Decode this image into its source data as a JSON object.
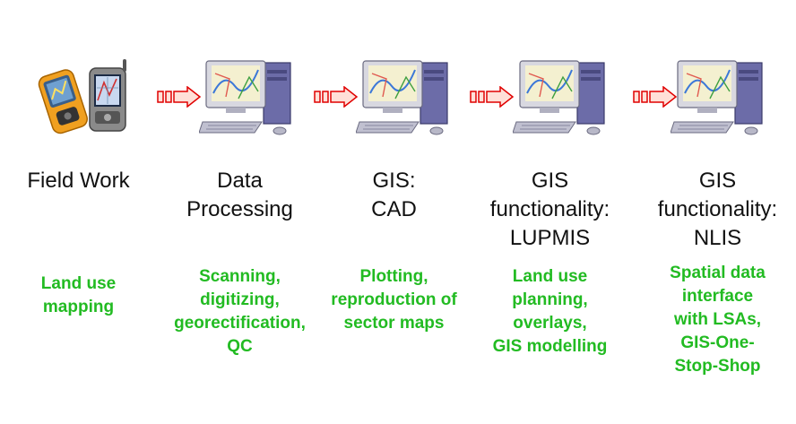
{
  "colors": {
    "title_text": "#111111",
    "description_text": "#22bb22",
    "arrow_fill": "#ffe0d8",
    "arrow_stroke": "#e00000"
  },
  "steps": [
    {
      "icon": "gps-handheld-devices-icon",
      "title": [
        "Field Work"
      ],
      "description": [
        "Land use",
        "mapping"
      ]
    },
    {
      "icon": "desktop-computer-icon",
      "title": [
        "Data",
        "Processing"
      ],
      "description": [
        "Scanning,",
        "digitizing,",
        "georectification,",
        "QC"
      ]
    },
    {
      "icon": "desktop-computer-icon",
      "title": [
        "GIS:",
        "CAD"
      ],
      "description": [
        "Plotting,",
        "reproduction of",
        "sector maps"
      ]
    },
    {
      "icon": "desktop-computer-icon",
      "title": [
        "GIS",
        "functionality:",
        "LUPMIS"
      ],
      "description": [
        "Land use",
        "planning,",
        "overlays,",
        "GIS modelling"
      ]
    },
    {
      "icon": "desktop-computer-icon",
      "title": [
        "GIS",
        "functionality:",
        "NLIS"
      ],
      "description": [
        "Spatial data",
        "interface",
        "with LSAs,",
        "GIS-One-",
        "Stop-Shop"
      ]
    }
  ],
  "connectors": [
    "arrow-right-icon",
    "arrow-right-icon",
    "arrow-right-icon",
    "arrow-right-icon"
  ]
}
